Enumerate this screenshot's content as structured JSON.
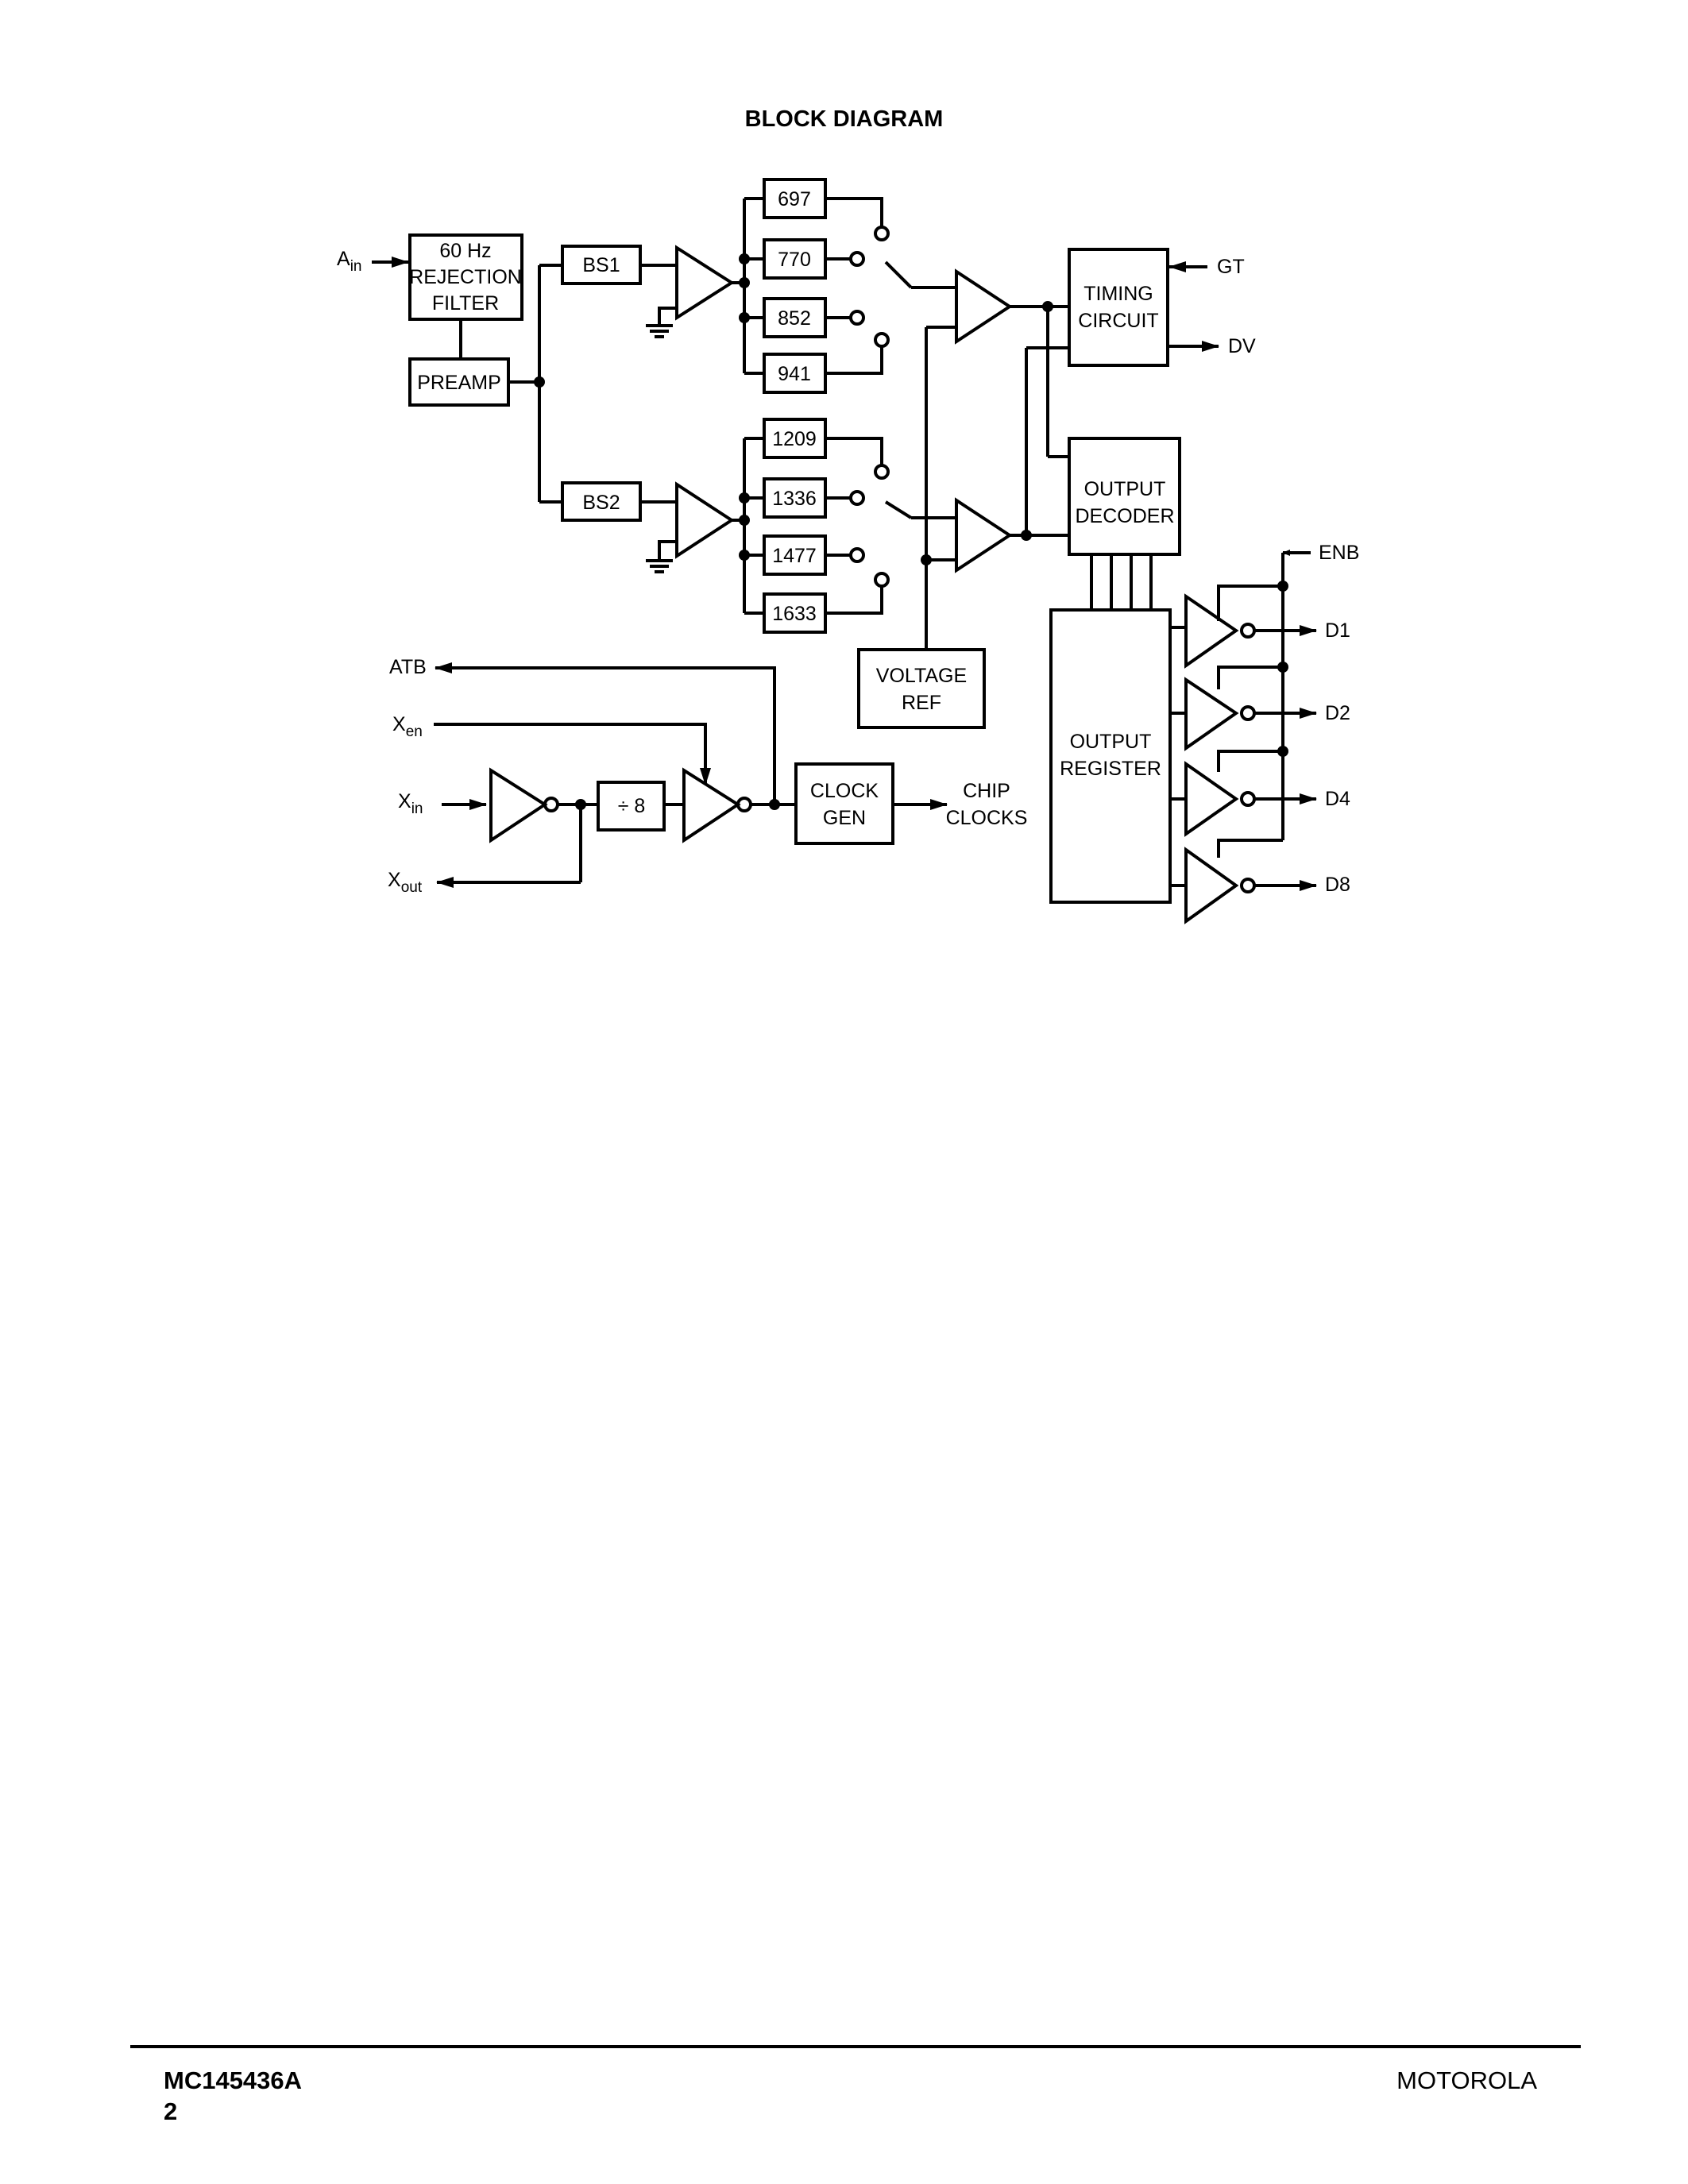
{
  "title": "BLOCK DIAGRAM",
  "inputs": {
    "ain": {
      "base": "A",
      "sub": "in"
    },
    "xen": {
      "base": "X",
      "sub": "en"
    },
    "xin": {
      "base": "X",
      "sub": "in"
    },
    "xout": {
      "base": "X",
      "sub": "out"
    },
    "gt": "GT",
    "enb": "ENB"
  },
  "outputs": {
    "dv": "DV",
    "atb": "ATB",
    "chip_clocks": [
      "CHIP",
      "CLOCKS"
    ],
    "d1": "D1",
    "d2": "D2",
    "d4": "D4",
    "d8": "D8"
  },
  "blocks": {
    "rejection_filter": [
      "60 Hz",
      "REJECTION",
      "FILTER"
    ],
    "preamp": "PREAMP",
    "bs1": "BS1",
    "bs2": "BS2",
    "timing_circuit": [
      "TIMING",
      "CIRCUIT"
    ],
    "output_decoder": [
      "OUTPUT",
      "DECODER"
    ],
    "voltage_ref": [
      "VOLTAGE",
      "REF"
    ],
    "output_register": [
      "OUTPUT",
      "REGISTER"
    ],
    "divider": "÷ 8",
    "clock_gen": [
      "CLOCK",
      "GEN"
    ]
  },
  "low_group_filters": [
    "697",
    "770",
    "852",
    "941"
  ],
  "high_group_filters": [
    "1209",
    "1336",
    "1477",
    "1633"
  ],
  "footer": {
    "part_number": "MC145436A",
    "page_number": "2",
    "brand": "MOTOROLA"
  }
}
